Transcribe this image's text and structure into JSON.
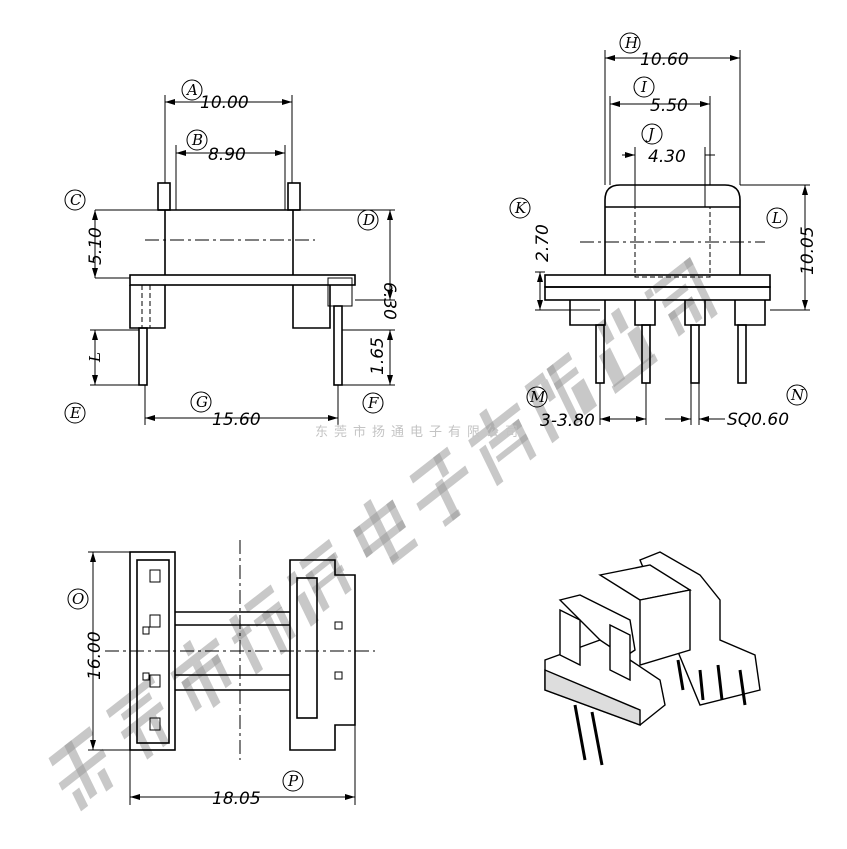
{
  "drawing": {
    "dims": {
      "A": "10.00",
      "B": "8.90",
      "C": "5.10",
      "D": "6.30",
      "L_front": "1.65",
      "G": "15.60",
      "H": "10.60",
      "I": "5.50",
      "J": "4.30",
      "K": "2.70",
      "L_side": "10.05",
      "M": "3-3.80",
      "N": "SQ0.60",
      "O": "16.00",
      "P": "18.05"
    },
    "labels": {
      "A": "A",
      "B": "B",
      "C": "C",
      "D": "D",
      "E": "E",
      "F": "F",
      "G": "G",
      "H": "H",
      "I": "I",
      "J": "J",
      "K": "K",
      "L": "L",
      "M": "M",
      "N": "N",
      "O": "O",
      "P": "P",
      "L2": "L"
    }
  },
  "watermark": {
    "large": "东莞市扬通电子有限公司",
    "small": "东莞市扬通电子有限公司"
  }
}
